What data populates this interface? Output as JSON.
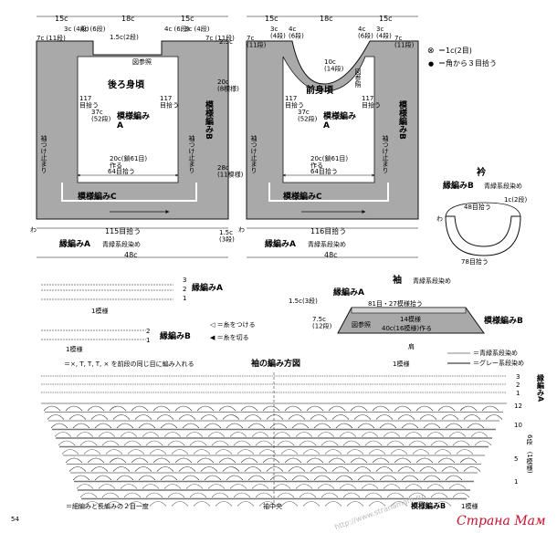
{
  "colors": {
    "gray_fill": "#a9a9a9",
    "light_gray": "#d2d2d2",
    "line": "#111111",
    "watermark": "#c8102e"
  },
  "back": {
    "w_left": "15c",
    "w_mid": "18c",
    "w_right": "15c",
    "neck_l": "3c\n(4段)",
    "neck_l2": "4c\n(6段)",
    "neck_r": "4c\n(6段)",
    "neck_r2": "3c\n(4段)",
    "edge_l": "7c\n(11段)",
    "edge_r": "7c\n(11段)",
    "neck_note": "1.5c(2段)",
    "ref": "図参照",
    "title": "後ろ身頃",
    "pick_l": "117\n目拾う",
    "pick_r": "117\n目拾う",
    "inner": "37c\n(52段)",
    "pattern": "模様編み\nA",
    "pat_b": "模様編みB",
    "sleeve_l": "袖つけ止まり",
    "sleeve_r": "袖つけ止まり",
    "bottom_inner": "20c(鎖61目)\n作る",
    "pick64": "64目拾う",
    "pat_c": "模様編みC",
    "pick115": "115目拾う",
    "garter": "縁編みA",
    "garter_note": "青緑系段染め",
    "total": "48c",
    "wa": "わ"
  },
  "front": {
    "w_left": "15c",
    "w_mid": "18c",
    "w_right": "15c",
    "side_h1": "2.5c",
    "side_h2": "20c\n(8模様)",
    "side_h3": "28c\n(11模様)",
    "side_h4": "1.5c\n(3段)",
    "neck_l": "3c\n(4段)",
    "neck_l2": "4c\n(6段)",
    "neck_r": "4c\n(6段)",
    "neck_r2": "3c\n(4段)",
    "edge_l": "7c\n(11段)",
    "edge_r": "7c\n(11段)",
    "neck_depth": "10c\n(14段)",
    "ref": "図参照",
    "title": "前身頃",
    "pick_l": "117\n目拾う",
    "pick_r": "117\n目拾う",
    "inner": "37c\n(52段)",
    "pattern": "模様編み\nA",
    "pat_b": "模様編みB",
    "sleeve_l": "袖つけ止まり",
    "sleeve_r": "袖つけ止まり",
    "bottom_inner": "20c(鎖61目)\n作る",
    "pick64": "64目拾う",
    "pat_c": "模様編みC",
    "pick116": "116目拾う",
    "garter": "縁編みA",
    "garter_note": "青緑系段染め",
    "total": "48c",
    "wa": "わ"
  },
  "legend_top": {
    "cross": "⊗",
    "cross_text": "＝1c(2目)",
    "dot": "●",
    "dot_text": "＝角から３目拾う"
  },
  "collar": {
    "title": "衿",
    "label": "縁編みB",
    "note": "青緑系段染め",
    "h": "1c(2段)",
    "top": "48目拾う",
    "bottom": "78目拾う",
    "wa": "わ"
  },
  "edgingA": {
    "label": "縁編みA",
    "rep": "1模様",
    "rows": [
      "3",
      "2",
      "1"
    ]
  },
  "edgingB": {
    "label": "縁編みB",
    "rep": "1模様",
    "rows": [
      "2",
      "1"
    ],
    "leg1": "◁ ＝糸をつける",
    "leg2": "◀ ＝糸を切る"
  },
  "stitch_note": "＝×, T, T, T, × を前段の同じ目に編み入れる",
  "sleeve": {
    "title": "袖",
    "note": "青緑系段染め",
    "label_a": "縁編みA",
    "h1": "1.5c(3段)",
    "h2": "7.5c\n(12段)",
    "rows": "81目・27模様拾う",
    "band": "14模様",
    "base": "40c(16模様)作る",
    "ref": "図参照",
    "pat_b": "模様編みB",
    "shoulder": "肩"
  },
  "chart": {
    "title": "袖の編み方図",
    "rep_top": "1模様",
    "rep_bottom": "1模様",
    "legend1": "＝青緑系段染め",
    "legend2": "＝グレー系段染め",
    "rows_top": [
      "3",
      "2",
      "1"
    ],
    "side_label": "縁編みA",
    "rows_right": [
      "12",
      "10",
      "5",
      "1"
    ],
    "side_mid": "6段\n(1模様)",
    "center": "袖中央",
    "pat_b": "模様編みB",
    "dec_note": "＝細編みと長編みの２目一度"
  },
  "page": {
    "number": "54",
    "watermark": "Страна Мам",
    "url": "http://www.stranamam.ru"
  }
}
